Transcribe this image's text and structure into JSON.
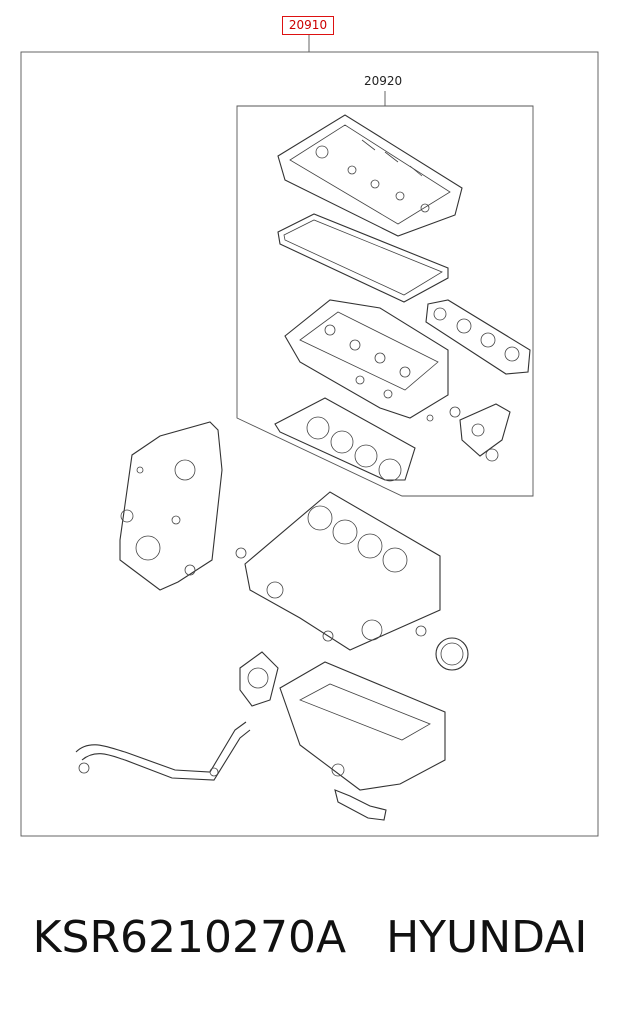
{
  "diagram": {
    "outer_part_number": "20910",
    "inner_part_number": "20920"
  },
  "caption": {
    "part_code": "KSR6210270A",
    "brand": "HYUNDAI"
  },
  "colors": {
    "highlight_border": "#dd1111",
    "line": "#333333"
  }
}
